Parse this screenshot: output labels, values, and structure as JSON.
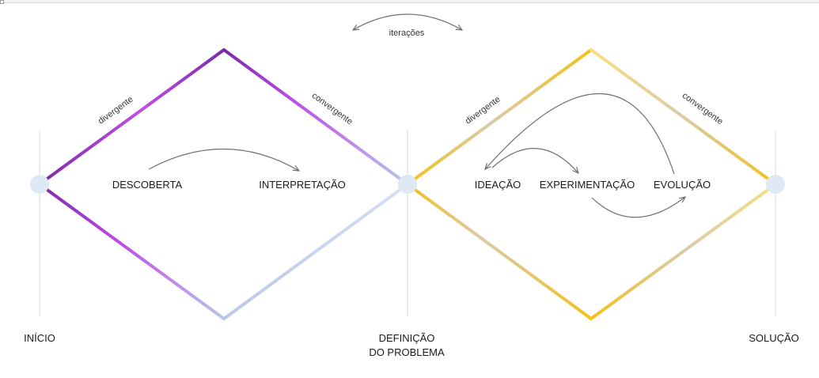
{
  "labels": {
    "iterations": "iterações",
    "d1_divergent": "divergente",
    "d1_convergent": "convergente",
    "d2_divergent": "divergente",
    "d2_convergent": "convergente",
    "discovery": "DESCOBERTA",
    "interpretation": "INTERPRETAÇÃO",
    "ideation": "IDEAÇÃO",
    "experimentation": "EXPERIMENTAÇÃO",
    "evolution": "EVOLUÇÃO",
    "start": "INÍCIO",
    "problem_def_line1": "DEFINIÇÃO",
    "problem_def_line2": "DO PROBLEMA",
    "solution": "SOLUÇÃO"
  },
  "colors": {
    "purple_dark": "#7b2aa6",
    "purple_bright": "#c04ee8",
    "blue_light": "#b9c8e8",
    "blue_pale": "#d6e0f2",
    "gold": "#f5c01a",
    "gold_light": "#f9de7e",
    "taupe": "#d7cbaa",
    "node": "#dfe8f5",
    "arrow": "#707070",
    "guide": "#e6e6e6"
  }
}
